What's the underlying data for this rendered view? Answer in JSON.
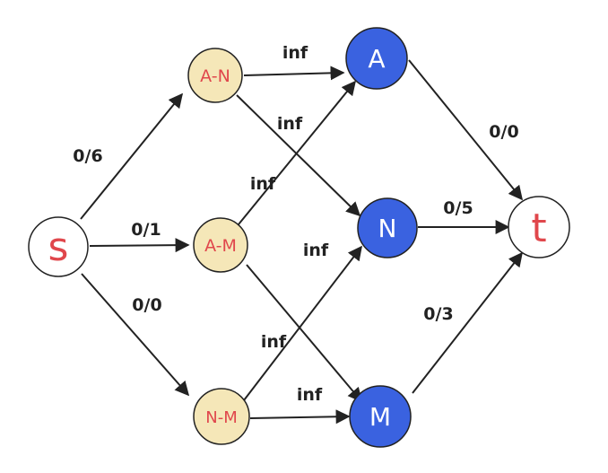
{
  "colors": {
    "source_sink_fill": "#ffffff",
    "source_sink_text": "#e0474c",
    "pair_fill": "#f5e7b8",
    "pair_text": "#e0474c",
    "country_fill": "#3a62e0",
    "country_text": "#ffffff",
    "stroke": "#222222"
  },
  "nodes": {
    "s": "s",
    "an": "A-N",
    "am": "A-M",
    "nm": "N-M",
    "a": "A",
    "n": "N",
    "m": "M",
    "t": "t"
  },
  "edges": {
    "s_an": "0/6",
    "s_am": "0/1",
    "s_nm": "0/0",
    "an_a": "inf",
    "an_n": "inf",
    "am_a": "inf",
    "am_m": "inf",
    "nm_n": "inf",
    "nm_m": "inf",
    "a_t": "0/0",
    "n_t": "0/5",
    "m_t": "0/3"
  }
}
